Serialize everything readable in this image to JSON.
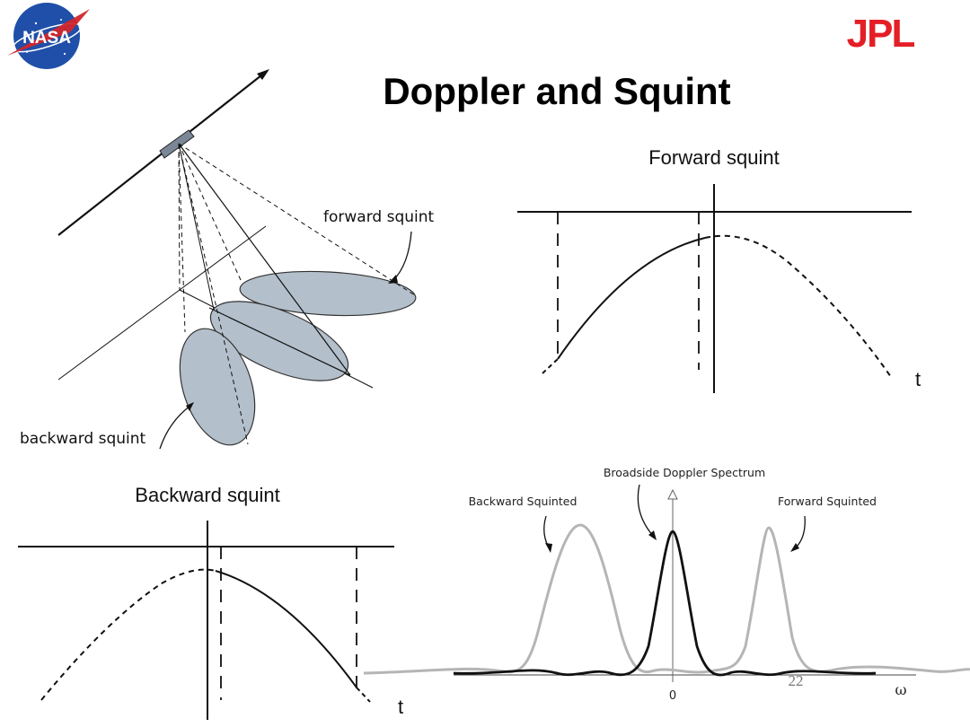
{
  "slide": {
    "title": "Doppler and Squint",
    "page_number": "22"
  },
  "logos": {
    "left": "NASA",
    "right": "JPL"
  },
  "geometry_diagram": {
    "forward_label": "forward squint",
    "backward_label": "backward squint"
  },
  "forward_panel": {
    "title": "Forward squint",
    "axis_label": "t"
  },
  "backward_panel": {
    "title": "Backward squint",
    "axis_label": "t"
  },
  "spectrum_panel": {
    "broadside_label": "Broadside Doppler Spectrum",
    "backward_label": "Backward Squinted",
    "forward_label": "Forward Squinted",
    "zero_label": "0",
    "omega_label": "ω"
  },
  "colors": {
    "ellipse_fill": "#b3bfca",
    "nasa_blue": "#1f4fa8",
    "nasa_red": "#d3262b",
    "jpl_red": "#e41e26",
    "spectrum_gray": "#b5b5b5"
  }
}
